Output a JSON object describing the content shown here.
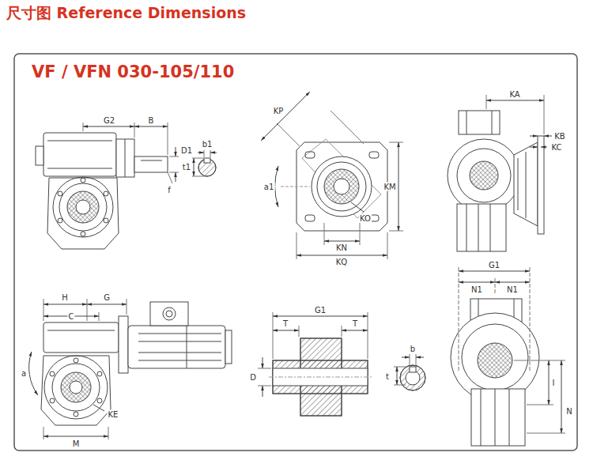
{
  "diagram": {
    "title": "尺寸图 Reference Dimensions",
    "labels": [
      "VF / VFN 030-105/110",
      "G2",
      "B",
      "b1",
      "t1",
      "D1",
      "f",
      "KP",
      "a1",
      "KM",
      "KO",
      "KN",
      "KQ",
      "KA",
      "KB",
      "KC",
      "H",
      "G",
      "C",
      "a",
      "KE",
      "M",
      "G1",
      "T",
      "T",
      "D",
      "b",
      "t",
      "G1",
      "N1",
      "N1",
      "I",
      "N"
    ]
  }
}
